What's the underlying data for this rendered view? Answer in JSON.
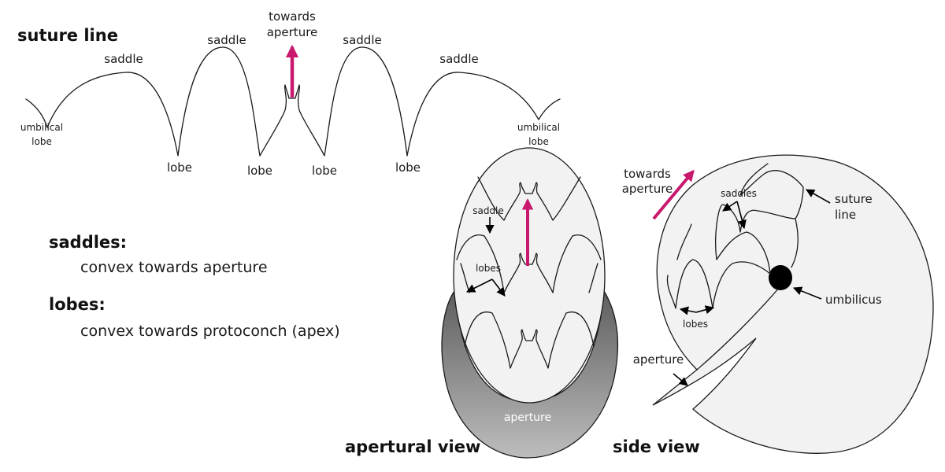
{
  "colors": {
    "accent": "#c8196e",
    "shell_fill": "#f2f2f2",
    "aperture_dark": "#5e5e5e",
    "aperture_light": "#bdbdbd"
  },
  "suture_line": {
    "title": "suture line",
    "towards_aperture_1": "towards",
    "towards_aperture_2": "aperture",
    "saddle": "saddle",
    "lobe": "lobe",
    "umbilical_1": "umbilical",
    "umbilical_2": "lobe"
  },
  "legend": {
    "saddles_heading": "saddles:",
    "saddles_text": "convex towards aperture",
    "lobes_heading": "lobes:",
    "lobes_text": "convex towards protoconch (apex)"
  },
  "apertural_view": {
    "title": "apertural view",
    "saddle": "saddle",
    "lobes": "lobes",
    "aperture": "aperture"
  },
  "side_view": {
    "title": "side view",
    "towards_aperture_1": "towards",
    "towards_aperture_2": "aperture",
    "saddles": "saddles",
    "suture_1": "suture",
    "suture_2": "line",
    "umbilicus": "umbilicus",
    "lobes": "lobes",
    "aperture": "aperture"
  }
}
